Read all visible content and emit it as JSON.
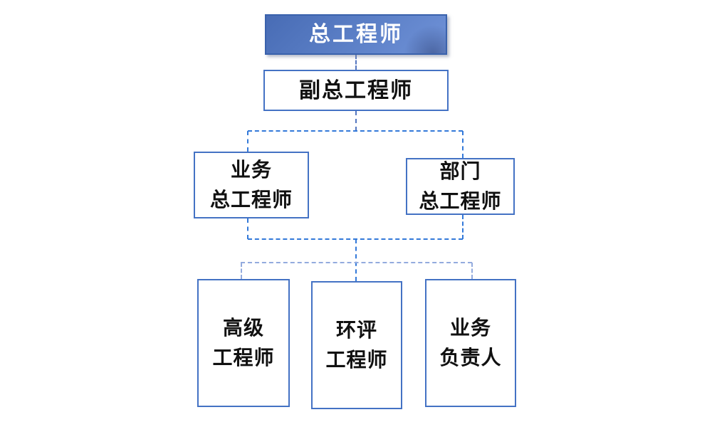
{
  "colors": {
    "background": "#ffffff",
    "box_fill": "#ffffff",
    "box_border": "#4472c4",
    "chief_border": "#3a62ac",
    "chief_fill_start": "#486cb5",
    "chief_fill_end": "#7092d8",
    "chief_text": "#ffffff",
    "text": "#111111",
    "connector_slate": "#5577c0",
    "connector_bright": "#3379d9",
    "connector_light": "#93abde"
  },
  "nodes": {
    "chief": {
      "label": "总工程师"
    },
    "deputy": {
      "label": "副总工程师"
    },
    "business_chief": {
      "line1": "业务",
      "line2": "总工程师"
    },
    "dept_chief": {
      "line1": "部门",
      "line2": "总工程师"
    },
    "senior_engineer": {
      "line1": "高级",
      "line2": "工程师"
    },
    "eia_engineer": {
      "line1": "环评",
      "line2": "工程师"
    },
    "business_lead": {
      "line1": "业务",
      "line2": "负责人"
    }
  },
  "hierarchy": [
    {
      "from": "总工程师",
      "to": "副总工程师"
    },
    {
      "from": "副总工程师",
      "to": "业务总工程师"
    },
    {
      "from": "副总工程师",
      "to": "部门总工程师"
    },
    {
      "from": "业务总工程师",
      "to": "高级工程师"
    },
    {
      "from": "业务总工程师",
      "to": "环评工程师"
    },
    {
      "from": "业务总工程师",
      "to": "业务负责人"
    },
    {
      "from": "部门总工程师",
      "to": "高级工程师"
    },
    {
      "from": "部门总工程师",
      "to": "环评工程师"
    },
    {
      "from": "部门总工程师",
      "to": "业务负责人"
    }
  ]
}
